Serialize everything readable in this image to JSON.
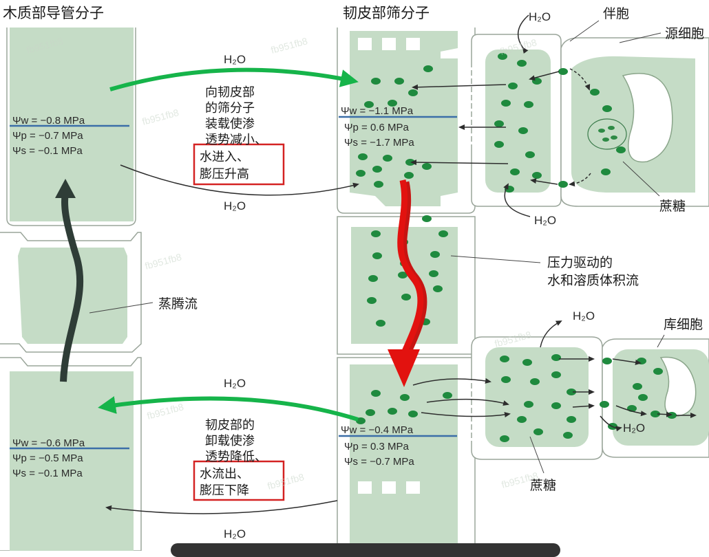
{
  "titles": {
    "xylem": "木质部导管分子",
    "phloem": "韧皮部筛分子",
    "companion_cell": "伴胞",
    "source_cell": "源细胞",
    "sink_cell": "库细胞"
  },
  "water_labels": {
    "top_mid": "H₂O",
    "top_low": "H₂O",
    "companion_top": "H₂O",
    "companion_bottom": "H₂O",
    "bottom_mid": "H₂O",
    "bottom_low": "H₂O",
    "sink_top": "H₂O",
    "sink_right": "H₂O"
  },
  "xylem_top": {
    "psi_w": "Ψw = −0.8 MPa",
    "psi_p": "Ψp = −0.7 MPa",
    "psi_s": "Ψs = −0.1 MPa"
  },
  "xylem_bottom": {
    "psi_w": "Ψw = −0.6 MPa",
    "psi_p": "Ψp = −0.5 MPa",
    "psi_s": "Ψs = −0.1 MPa"
  },
  "phloem_top": {
    "psi_w": "Ψw = −1.1 MPa",
    "psi_p": "Ψp = 0.6 MPa",
    "psi_s": "Ψs = −1.7 MPa"
  },
  "phloem_bottom": {
    "psi_w": "Ψw = −0.4 MPa",
    "psi_p": "Ψp = 0.3 MPa",
    "psi_s": "Ψs = −0.7 MPa"
  },
  "loading_text": [
    "向韧皮部",
    "的筛分子",
    "装载使渗",
    "透势减小、"
  ],
  "loading_boxed": [
    "水进入、",
    "膨压升高"
  ],
  "unloading_text": [
    "韧皮部的",
    "卸载使渗",
    "透势降低、"
  ],
  "unloading_boxed": [
    "水流出、",
    "膨压下降"
  ],
  "transpiration_label": "蒸腾流",
  "pressure_flow_label": [
    "压力驱动的",
    "水和溶质体积流"
  ],
  "sucrose_source": "蔗糖",
  "sucrose_sink": "蔗糖",
  "watermark": "fb951fb8",
  "colors": {
    "cell_fill": "#c5dcc6",
    "dot": "#1f8a3e",
    "green_arrow": "#16b44a",
    "red_arrow": "#e2120f",
    "dark_arrow": "#2f3d37",
    "blue_line": "#3b6ea8",
    "box_red": "#d42222"
  }
}
